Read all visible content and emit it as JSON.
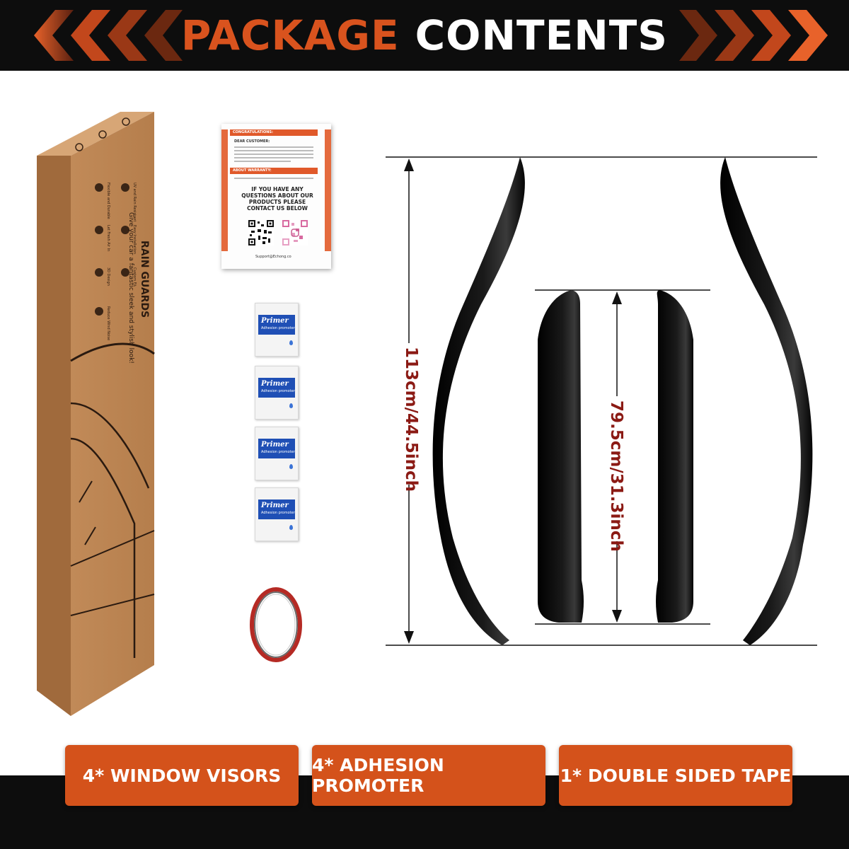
{
  "header": {
    "title_part1": "PACKAGE",
    "title_part2": "CONTENTS",
    "accent_color": "#d9531e",
    "arrow_icon": "chevron-arrows"
  },
  "box": {
    "brand": "RAIN GUARDS",
    "tagline": "Give your car a fantastic sleek and stylish look!",
    "features": [
      "Flexible and Durable",
      "UV and Rain Resistant",
      "Easy Installation",
      "Let Fresh Air In",
      "Custom Fit",
      "3D Design",
      "Reduce Wind Noise"
    ]
  },
  "leaflet": {
    "congrats": "CONGRATULATIONS:",
    "dear": "DEAR CUSTOMER:",
    "warranty": "ABOUT WARRANTY:",
    "question": "IF YOU HAVE ANY QUESTIONS ABOUT OUR PRODUCTS PLEASE CONTACT US BELOW",
    "email": "Support@Echong.co"
  },
  "sachets": {
    "name": "Primer",
    "sub": "Adhesion promoter",
    "count": 4
  },
  "dimensions": {
    "front": "113cm/44.5inch",
    "rear": "79.5cm/31.3inch",
    "color": "#8b1a14"
  },
  "labels": [
    {
      "text": "4* WINDOW VISORS"
    },
    {
      "text": "4* ADHESION PROMOTER"
    },
    {
      "text": "1* DOUBLE SIDED TAPE"
    }
  ]
}
